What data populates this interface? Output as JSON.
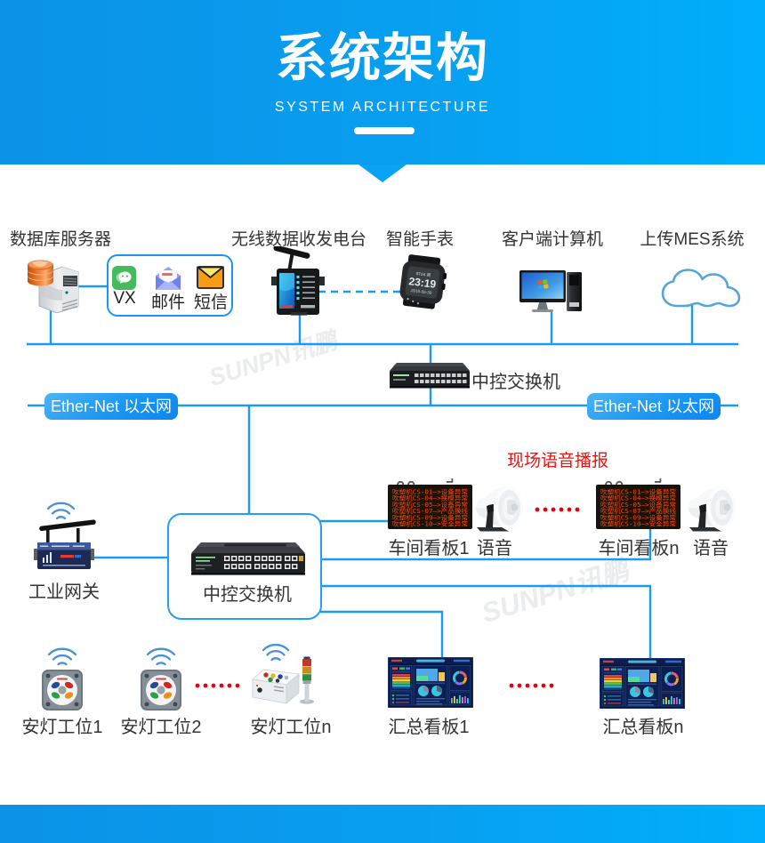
{
  "header": {
    "title": "系统架构",
    "subtitle": "SYSTEM ARCHITECTURE"
  },
  "top_row": {
    "database_server_label": "数据库服务器",
    "radio_label": "无线数据收发电台",
    "watch_label": "智能手表",
    "client_pc_label": "客户端计算机",
    "mes_label": "上传MES系统"
  },
  "notify_box": {
    "wechat_label": "VX",
    "mail_label": "邮件",
    "sms_label": "短信"
  },
  "watch": {
    "time": "23:19",
    "date": "2015-06-30"
  },
  "middle": {
    "top_switch_label": "中控交换机",
    "ethernet_left": "Ether-Net 以太网",
    "ethernet_right": "Ether-Net 以太网",
    "voice_broadcast_label": "现场语音播报",
    "gateway_label": "工业网关",
    "box_switch_label": "中控交换机"
  },
  "workshop": {
    "board1_label": "车间看板1",
    "voice1_label": "语音",
    "boardn_label": "车间看板n",
    "voicen_label": "语音",
    "led_rows": [
      "吹塑机CS-01—>设备异常",
      "吹塑机CS-04—>换模异常",
      "吹塑机CS-05—>设备异常",
      "吹塑机CS-07—>产品换线",
      "吹塑机CS-09—>设备异常",
      "吹塑机CS-10—>安全异常"
    ]
  },
  "bottom_row": {
    "andon1_label": "安灯工位1",
    "andon2_label": "安灯工位2",
    "andonn_label": "安灯工位n",
    "summary1_label": "汇总看板1",
    "summaryn_label": "汇总看板n"
  },
  "watermark": "SUNPN讯鹏",
  "colors": {
    "header_gradient_left": "#0c92e7",
    "header_gradient_right": "#01aefd",
    "line_blue": "#189bf0",
    "badge_blue": "#1b97f2",
    "alert_red": "#ec1313",
    "dot_red": "#e60012",
    "label_dark": "#333333"
  }
}
